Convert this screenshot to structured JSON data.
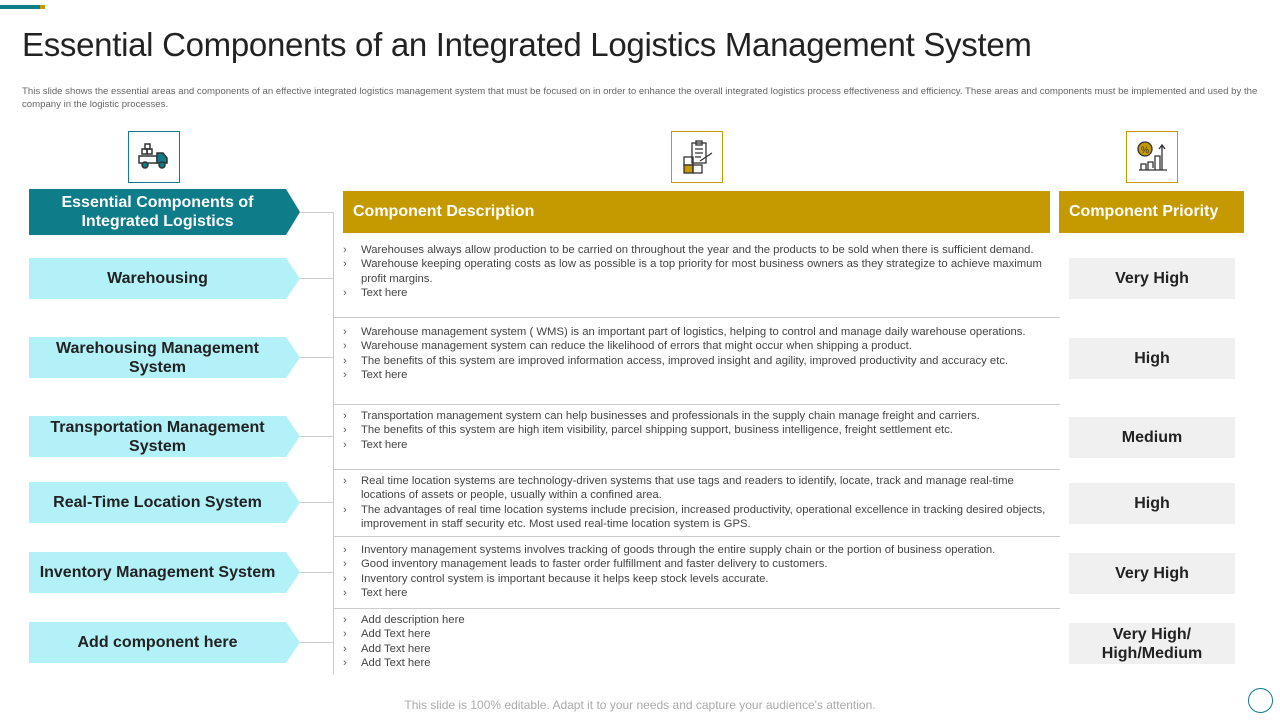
{
  "title": "Essential Components of an Integrated Logistics Management System",
  "subtitle": "This slide shows the essential areas and components of an effective integrated logistics management system that must be focused on in order to enhance the overall integrated logistics process effectiveness and efficiency. These areas and components must be implemented  and used by the company in the logistic processes.",
  "colors": {
    "teal": "#0f7c8a",
    "gold": "#c49a00",
    "light_cyan": "#b3f1f9"
  },
  "headers": {
    "components": "Essential  Components of Integrated Logistics",
    "description": "Component Description",
    "priority": "Component Priority"
  },
  "icons": [
    "delivery-truck-icon",
    "clipboard-boxes-icon",
    "percent-growth-chart-icon"
  ],
  "rows": [
    {
      "component": "Warehousing",
      "priority": "Very High",
      "bullets": [
        "Warehouses always allow production to be carried on throughout the year and the products to be sold when there is sufficient demand.",
        "Warehouse keeping operating costs as low as possible is a top priority for most business owners as they strategize to  achieve maximum profit margins.",
        "Text here"
      ]
    },
    {
      "component": "Warehousing Management System",
      "priority": "High",
      "bullets": [
        "Warehouse management system ( WMS) is an important part of logistics, helping to control and manage daily warehouse operations.",
        "Warehouse management system can reduce the likelihood of errors that might occur when shipping a product.",
        "The benefits of this system are improved information access, improved insight and agility, improved productivity and accuracy etc.",
        "Text here"
      ]
    },
    {
      "component": "Transportation Management System",
      "priority": "Medium",
      "bullets": [
        "Transportation management system can help businesses and professionals in the supply chain manage freight and carriers.",
        "The benefits of this system are high item visibility, parcel shipping support, business intelligence, freight settlement etc.",
        "Text here"
      ]
    },
    {
      "component": "Real-Time Location System",
      "priority": "High",
      "bullets": [
        "Real time location systems are technology-driven systems that use tags and readers to identify, locate, track and manage real-time locations of assets or people, usually within a confined area.",
        "The advantages of real time location systems include precision, increased productivity, operational excellence in tracking desired objects, improvement in staff security etc. Most used real-time location system is GPS."
      ]
    },
    {
      "component": "Inventory Management System",
      "priority": "Very High",
      "bullets": [
        "Inventory  management systems involves tracking of goods through the entire supply chain or the portion of business operation.",
        "Good inventory  management leads to faster order fulfillment and faster delivery to customers.",
        "Inventory  control system is important because it helps keep stock levels accurate.",
        "Text here"
      ]
    },
    {
      "component": "Add component here",
      "priority": "Very High/ High/Medium",
      "bullets": [
        "Add description here",
        "Add Text here",
        "Add Text here",
        "Add Text here"
      ]
    }
  ],
  "footer": "This slide is 100% editable. Adapt it to your needs and capture your audience's attention."
}
